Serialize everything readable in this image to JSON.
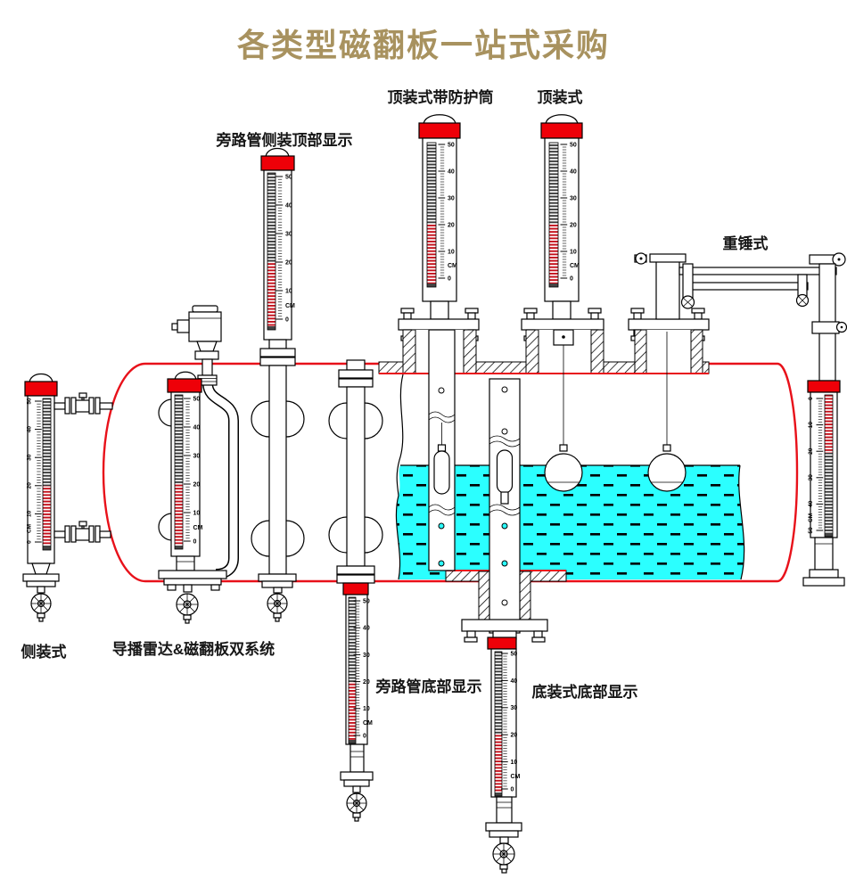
{
  "title": "各类型磁翻板一站式采购",
  "labels": {
    "top_mounted_with_guard": "顶装式带防护筒",
    "top_mounted": "顶装式",
    "bypass_side_top_display": "旁路管侧装顶部显示",
    "counterweight": "重锤式",
    "side_mounted": "侧装式",
    "radar_dual_system": "导播雷达&磁翻板双系统",
    "bypass_bottom_display": "旁路管底部显示",
    "bottom_mounted_bottom_display": "底装式底部显示"
  },
  "gauge_scale": {
    "labels": [
      "50",
      "40",
      "30",
      "20",
      "10",
      "CM",
      "0"
    ],
    "unit": "CM",
    "min": 0,
    "max": 50
  },
  "gauge_scale_inverted": {
    "labels": [
      "0",
      "10",
      "20",
      "30",
      "40",
      "CM",
      "50"
    ],
    "unit": "CM",
    "min": 0,
    "max": 50
  },
  "colors": {
    "title_gold": "#a8925f",
    "tank_outline_red": "#e8111a",
    "cap_red": "#ee0008",
    "flapper_red": "#c40f1a",
    "flapper_dark": "#3a3a3a",
    "liquid_cyan": "#2bffff"
  }
}
